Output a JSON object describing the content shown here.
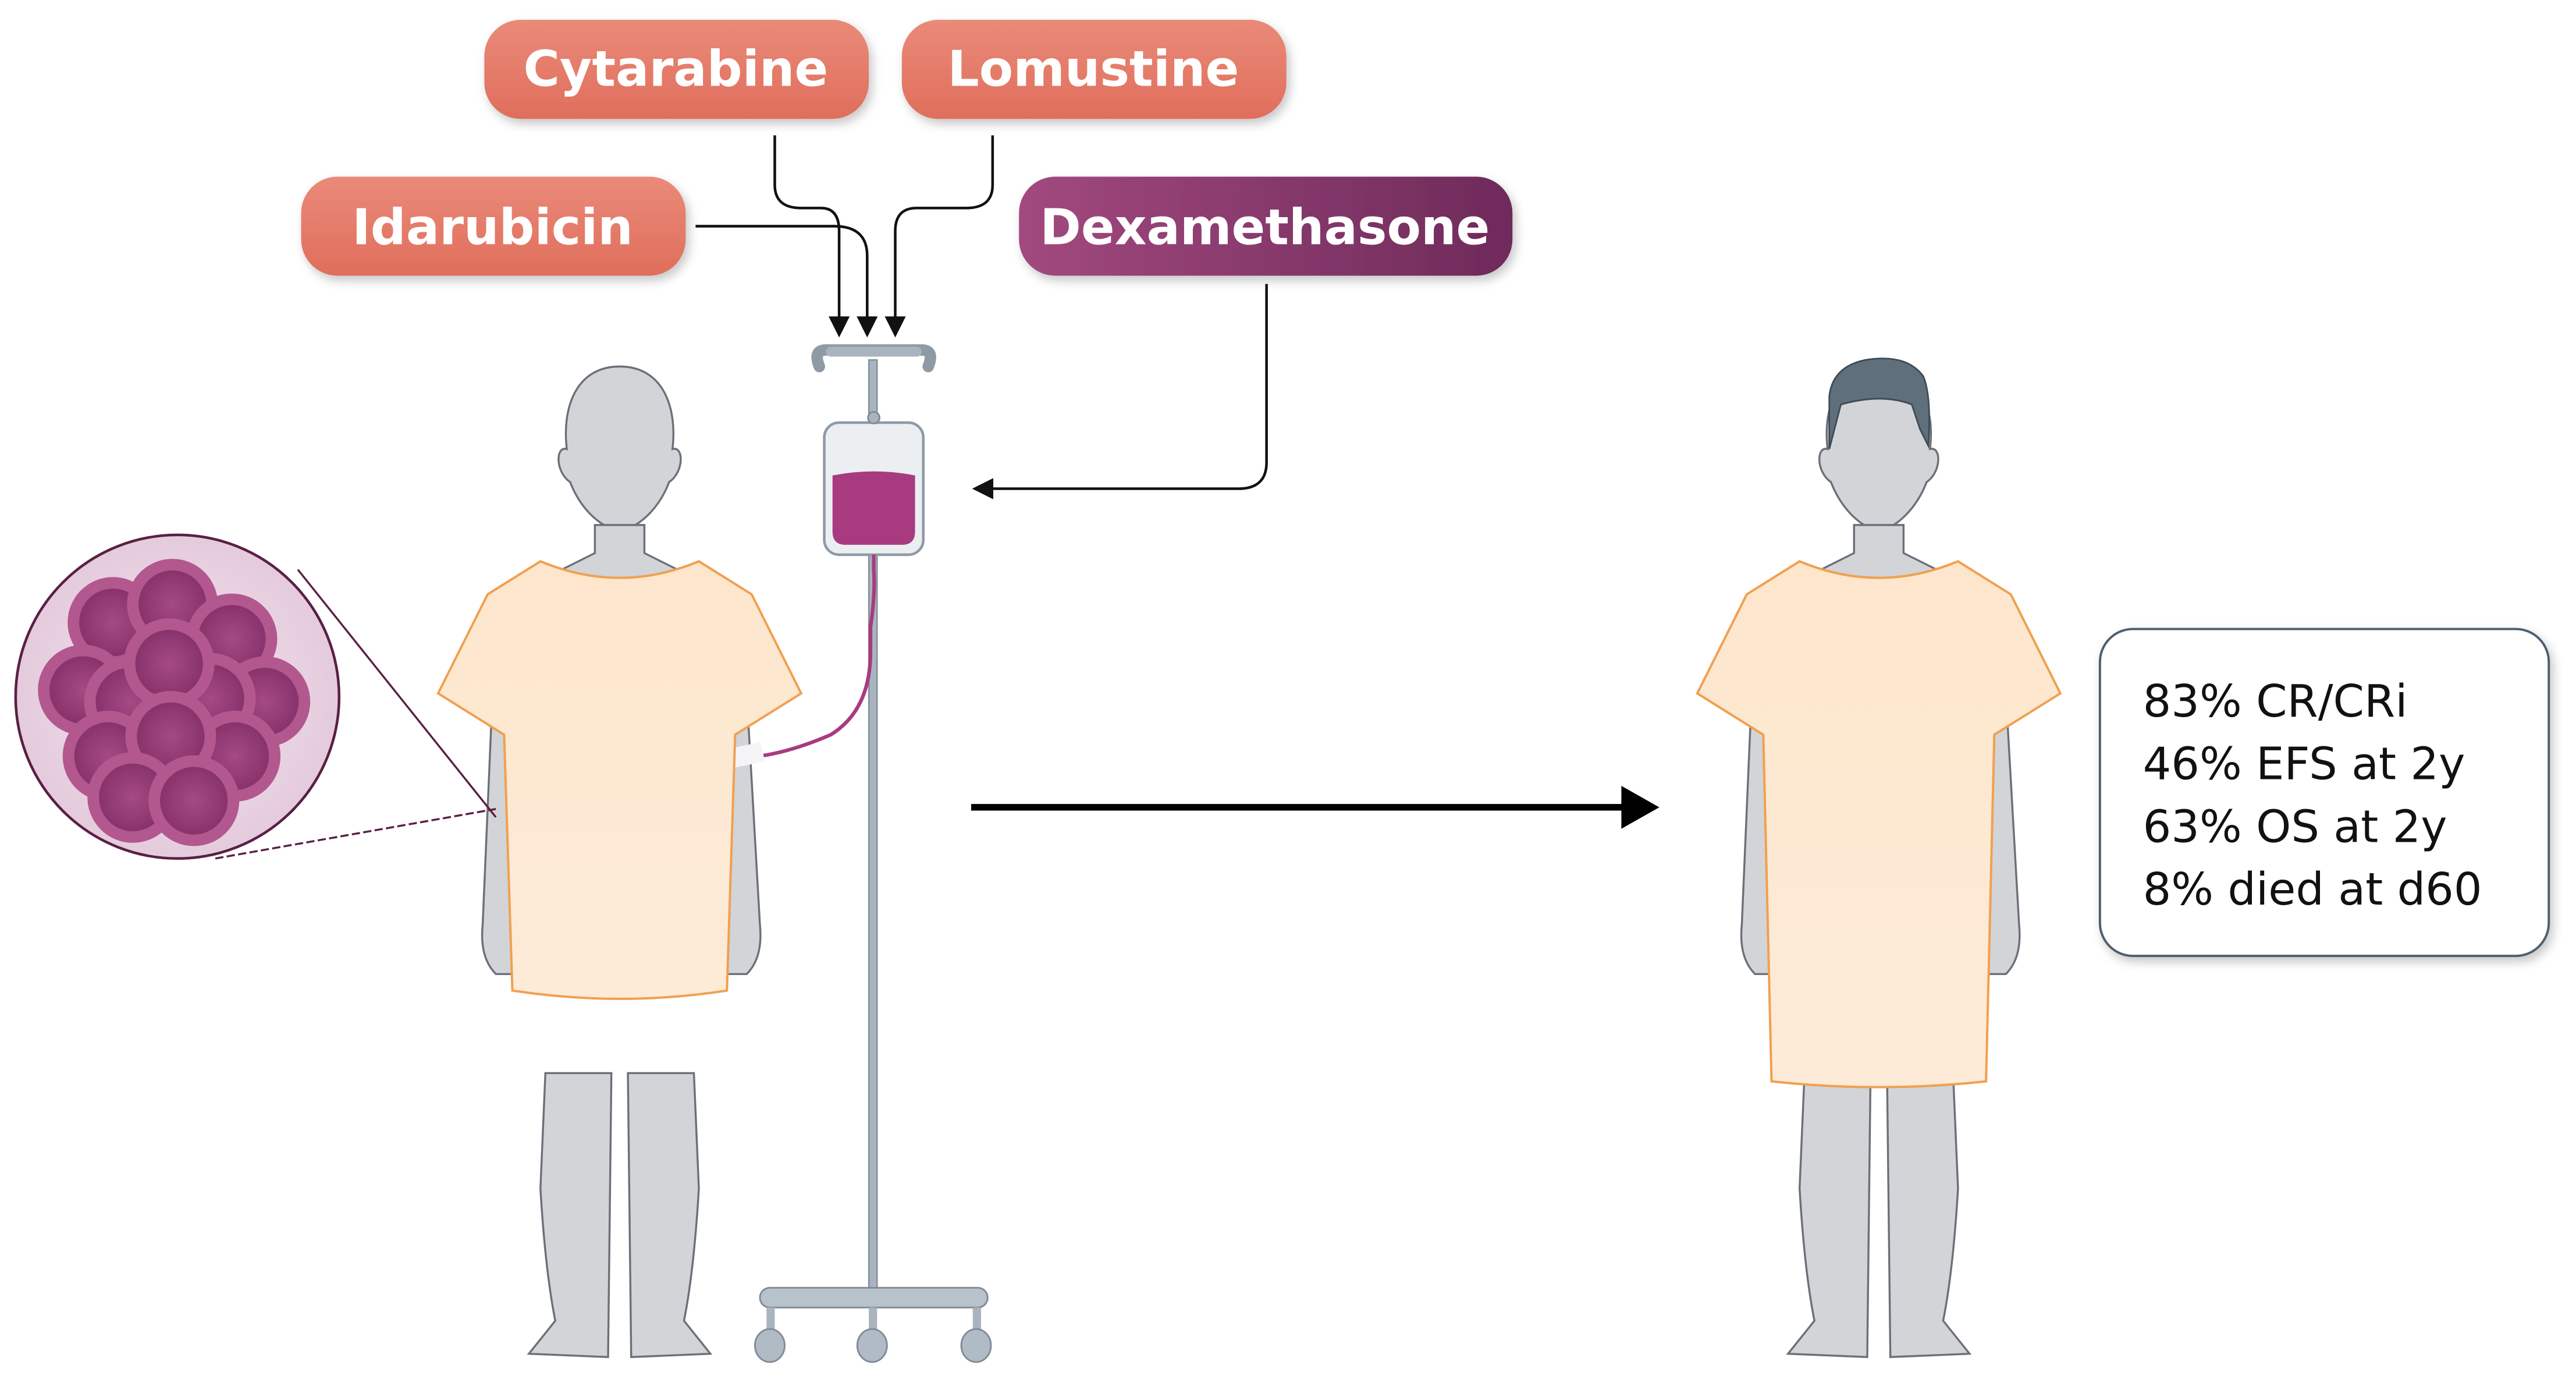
{
  "drugs": {
    "cytarabine": "Cytarabine",
    "lomustine": "Lomustine",
    "idarubicin": "Idarubicin",
    "dexamethasone": "Dexamethasone"
  },
  "outcomes": [
    "83% CR/CRi",
    "46% EFS at 2y",
    "63% OS at 2y",
    "8% died at d60"
  ],
  "colors": {
    "chemo_pill": "#e5786a",
    "steroid_pill": "#8f3a78",
    "iv_fluid": "#a83b80",
    "gown": "#fde9d2",
    "gown_outline": "#f0a050",
    "skin": "#d2d4d8",
    "hair": "#5f6f7c",
    "pole": "#a9b4bf",
    "cells": "#9b3e78"
  },
  "icons": {
    "cell_cluster": "leukemic-cell-cluster-icon",
    "iv_stand": "iv-drip-stand-icon",
    "patient_before": "patient-before-treatment-icon",
    "patient_after": "patient-after-treatment-icon"
  }
}
